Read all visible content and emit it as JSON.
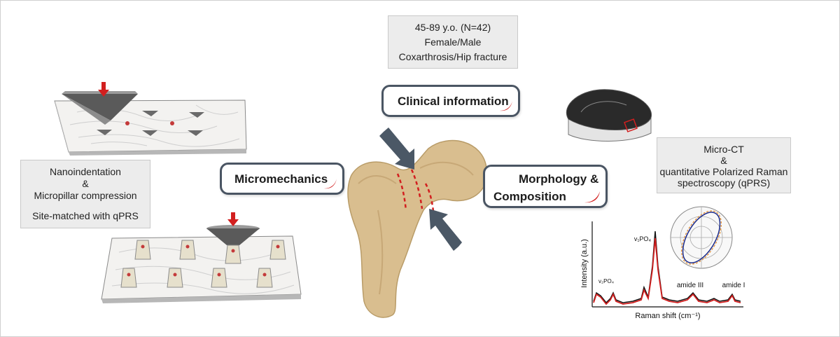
{
  "clinical_box": {
    "lines": [
      "45-89 y.o. (N=42)",
      "Female/Male",
      "Coxarthrosis/Hip fracture"
    ]
  },
  "clinical_label": "Clinical information",
  "micromechanics_label": "Micromechanics",
  "morphology_label": {
    "line1": "Morphology &",
    "line2": "Composition"
  },
  "nano_box": {
    "line1": "Nanoindentation",
    "line2": "&",
    "line3": "Micropillar compression",
    "line4": "Site-matched with qPRS"
  },
  "microct_box": {
    "line1": "Micro-CT",
    "line2": "&",
    "line3": "quantitative Polarized Raman",
    "line4": "spectroscopy (qPRS)"
  },
  "raman": {
    "ylabel": "Intensity (a.u.)",
    "xlabel": "Raman shift (cm⁻¹)",
    "peak_v1": "v₁PO₄",
    "peak_v2": "v₂PO₄",
    "amide3": "amide III",
    "amide1": "amide I"
  },
  "colors": {
    "pill_border": "#4a5563",
    "accent_red": "#d21f1f",
    "arrow": "#4b5866",
    "box_fill": "#ececec",
    "bone": "#d9be8f"
  },
  "icons": [
    "down-arrow-icon",
    "indenter-tip-icon",
    "cone-punch-icon",
    "pillar-icon",
    "femur-illustration",
    "bone-section-icon",
    "polar-plot-icon"
  ]
}
